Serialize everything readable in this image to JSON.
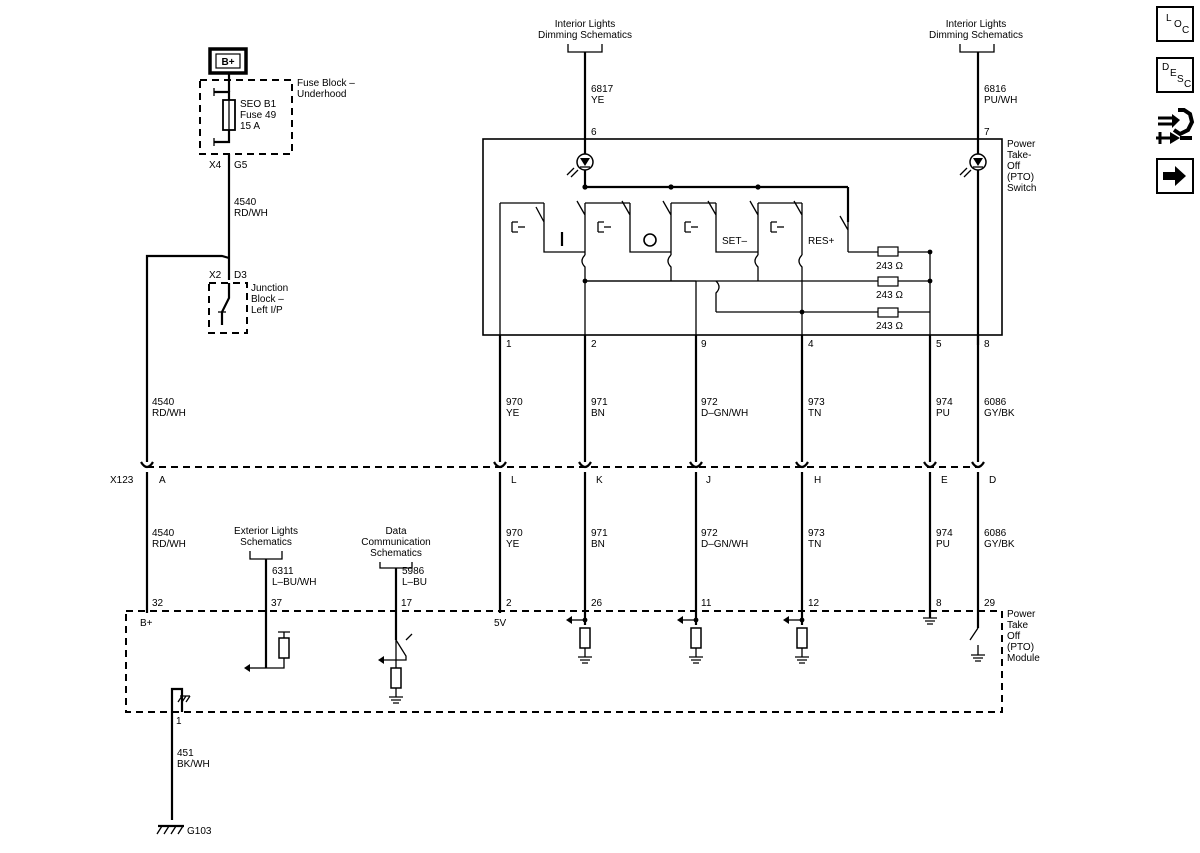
{
  "nav": {
    "loc": [
      "L",
      "O",
      "C"
    ],
    "desc": [
      "D",
      "E",
      "S",
      "C"
    ],
    "connector_icon": "connector-plug-icon",
    "next_icon": "arrow-right-icon"
  },
  "labels": {
    "bplus_box": "B+",
    "fuse_block": [
      "Fuse Block –",
      "Underhood"
    ],
    "fuse": [
      "SEO B1",
      "Fuse 49",
      "15 A"
    ],
    "fuse_x4": "X4",
    "fuse_g5": "G5",
    "junction_x2": "X2",
    "junction_d3": "D3",
    "junction_block": [
      "Junction",
      "Block –",
      "Left I/P"
    ],
    "wire_4540_top": [
      "4540",
      "RD/WH"
    ],
    "wire_4540_mid": [
      "4540",
      "RD/WH"
    ],
    "wire_4540_low": [
      "4540",
      "RD/WH"
    ],
    "interior_left": [
      "Interior Lights",
      "Dimming Schematics"
    ],
    "interior_right": [
      "Interior Lights",
      "Dimming Schematics"
    ],
    "wire_6817": [
      "6817",
      "YE"
    ],
    "wire_6816": [
      "6816",
      "PU/WH"
    ],
    "pto_switch": [
      "Power",
      "Take-",
      "Off",
      "(PTO)",
      "Switch"
    ],
    "switch_set": "SET–",
    "switch_res": "RES+",
    "resistor_1": "243 Ω",
    "resistor_2": "243 Ω",
    "resistor_3": "243 Ω",
    "x123": "X123",
    "exterior_lights": [
      "Exterior Lights",
      "Schematics"
    ],
    "data_comm": [
      "Data",
      "Communication",
      "Schematics"
    ],
    "wire_6311": [
      "6311",
      "L–BU/WH"
    ],
    "wire_5986": [
      "5986",
      "L–BU"
    ],
    "pto_module": [
      "Power",
      "Take",
      "Off",
      "(PTO)",
      "Module"
    ],
    "module_bplus": "B+",
    "module_5v": "5V",
    "wire_451": [
      "451",
      "BK/WH"
    ],
    "ground": "G103"
  },
  "switch_pins": [
    {
      "pin": "6",
      "name": "6"
    },
    {
      "pin": "7",
      "name": "7"
    },
    {
      "pin": "1"
    },
    {
      "pin": "2"
    },
    {
      "pin": "9"
    },
    {
      "pin": "4"
    },
    {
      "pin": "5"
    },
    {
      "pin": "8"
    }
  ],
  "top_wires": [
    {
      "circuit": "970",
      "color": "YE"
    },
    {
      "circuit": "971",
      "color": "BN"
    },
    {
      "circuit": "972",
      "color": "D–GN/WH"
    },
    {
      "circuit": "973",
      "color": "TN"
    },
    {
      "circuit": "974",
      "color": "PU"
    },
    {
      "circuit": "6086",
      "color": "GY/BK"
    }
  ],
  "connector_pins": [
    "A",
    "L",
    "K",
    "J",
    "H",
    "E",
    "D"
  ],
  "bottom_wires": [
    {
      "circuit": "970",
      "color": "YE"
    },
    {
      "circuit": "971",
      "color": "BN"
    },
    {
      "circuit": "972",
      "color": "D–GN/WH"
    },
    {
      "circuit": "973",
      "color": "TN"
    },
    {
      "circuit": "974",
      "color": "PU"
    },
    {
      "circuit": "6086",
      "color": "GY/BK"
    }
  ],
  "module_pins": [
    "32",
    "37",
    "17",
    "2",
    "26",
    "11",
    "12",
    "8",
    "29",
    "1"
  ]
}
